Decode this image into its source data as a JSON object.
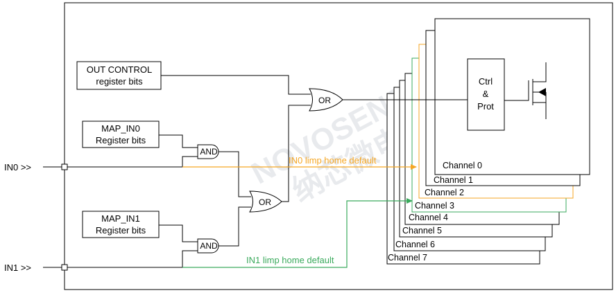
{
  "inputs": {
    "in0": "IN0 >>",
    "in1": "IN1 >>"
  },
  "blocks": {
    "out_control": [
      "OUT CONTROL",
      "register bits"
    ],
    "map_in0": [
      "MAP_IN0",
      "Register bits"
    ],
    "map_in1": [
      "MAP_IN1",
      "Register bits"
    ]
  },
  "gates": {
    "or_top": "OR",
    "and_top": "AND",
    "or_mid": "OR",
    "and_bottom": "AND"
  },
  "ctrl": [
    "Ctrl",
    "&",
    "Prot"
  ],
  "channels": [
    "Channel 0",
    "Channel 1",
    "Channel 2",
    "Channel 3",
    "Channel 4",
    "Channel 5",
    "Channel 6",
    "Channel 7"
  ],
  "limp": {
    "in0": "IN0 limp home default",
    "in1": "IN1 limp home default"
  },
  "colors": {
    "in0_limp": "#f5a623",
    "in1_limp": "#3aaa5c",
    "line": "#000000"
  },
  "watermark": [
    "NOVOSENSE",
    "纳芯微电子"
  ]
}
